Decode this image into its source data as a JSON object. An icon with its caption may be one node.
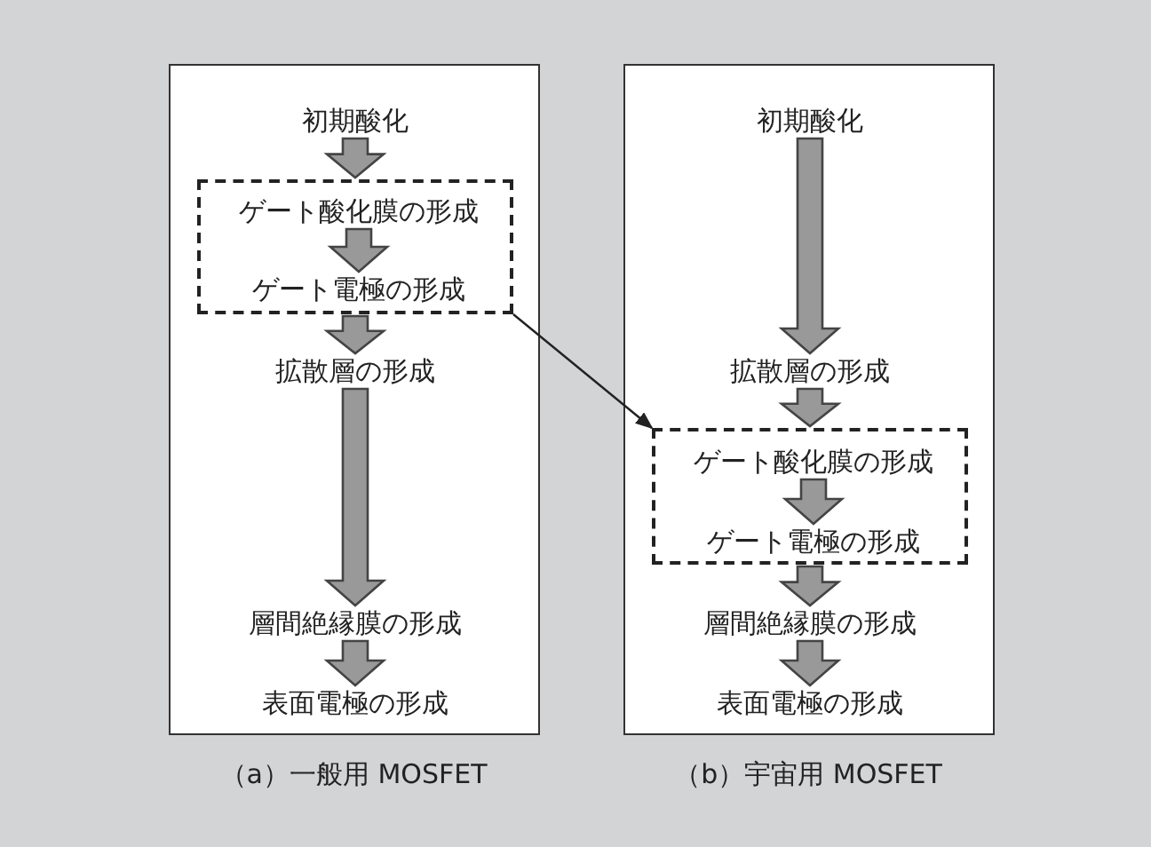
{
  "diagram": {
    "nodes": [
      {
        "text": [],
        "shape": "box",
        "beside": [
          "（a）一般用 MOSFET"
        ]
      },
      {
        "text": [
          "初期酸化"
        ],
        "in": 0
      },
      {
        "text": [],
        "shape": "box",
        "in": 0
      },
      {
        "text": [
          "ゲート酸化膜の形成"
        ],
        "in": 2
      },
      {
        "text": [
          "ゲート電極の形成"
        ],
        "in": 2
      },
      {
        "text": [
          "拡散層の形成"
        ],
        "in": 0
      },
      {
        "text": [
          "層間絶縁膜の形成"
        ],
        "in": 0
      },
      {
        "text": [
          "表面電極の形成"
        ],
        "in": 0
      },
      {
        "text": [],
        "shape": "box",
        "beside": [
          "（b）宇宙用 MOSFET"
        ]
      },
      {
        "text": [
          "初期酸化"
        ],
        "in": 8
      },
      {
        "text": [
          "拡散層の形成"
        ],
        "in": 8
      },
      {
        "text": [],
        "shape": "box",
        "in": 8
      },
      {
        "text": [
          "ゲート酸化膜の形成"
        ],
        "in": 11
      },
      {
        "text": [
          "ゲート電極の形成"
        ],
        "in": 11
      },
      {
        "text": [
          "層間絶縁膜の形成"
        ],
        "in": 8
      },
      {
        "text": [
          "表面電極の形成"
        ],
        "in": 8
      }
    ],
    "edges": [
      {
        "from": 1,
        "to": 2,
        "arrow": "to",
        "style": "thick"
      },
      {
        "from": 3,
        "to": 4,
        "arrow": "to",
        "style": "thick"
      },
      {
        "from": 2,
        "to": 5,
        "arrow": "to",
        "style": "thick"
      },
      {
        "from": 5,
        "to": 6,
        "arrow": "to",
        "style": "thick"
      },
      {
        "from": 6,
        "to": 7,
        "arrow": "to",
        "style": "thick"
      },
      {
        "from": 9,
        "to": 10,
        "arrow": "to",
        "style": "thick"
      },
      {
        "from": 10,
        "to": 11,
        "arrow": "to",
        "style": "thick"
      },
      {
        "from": 12,
        "to": 13,
        "arrow": "to",
        "style": "thick"
      },
      {
        "from": 11,
        "to": 14,
        "arrow": "to",
        "style": "thick"
      },
      {
        "from": 14,
        "to": 15,
        "arrow": "to",
        "style": "thick"
      },
      {
        "from": 2,
        "to": 11,
        "arrow": "to"
      }
    ]
  }
}
